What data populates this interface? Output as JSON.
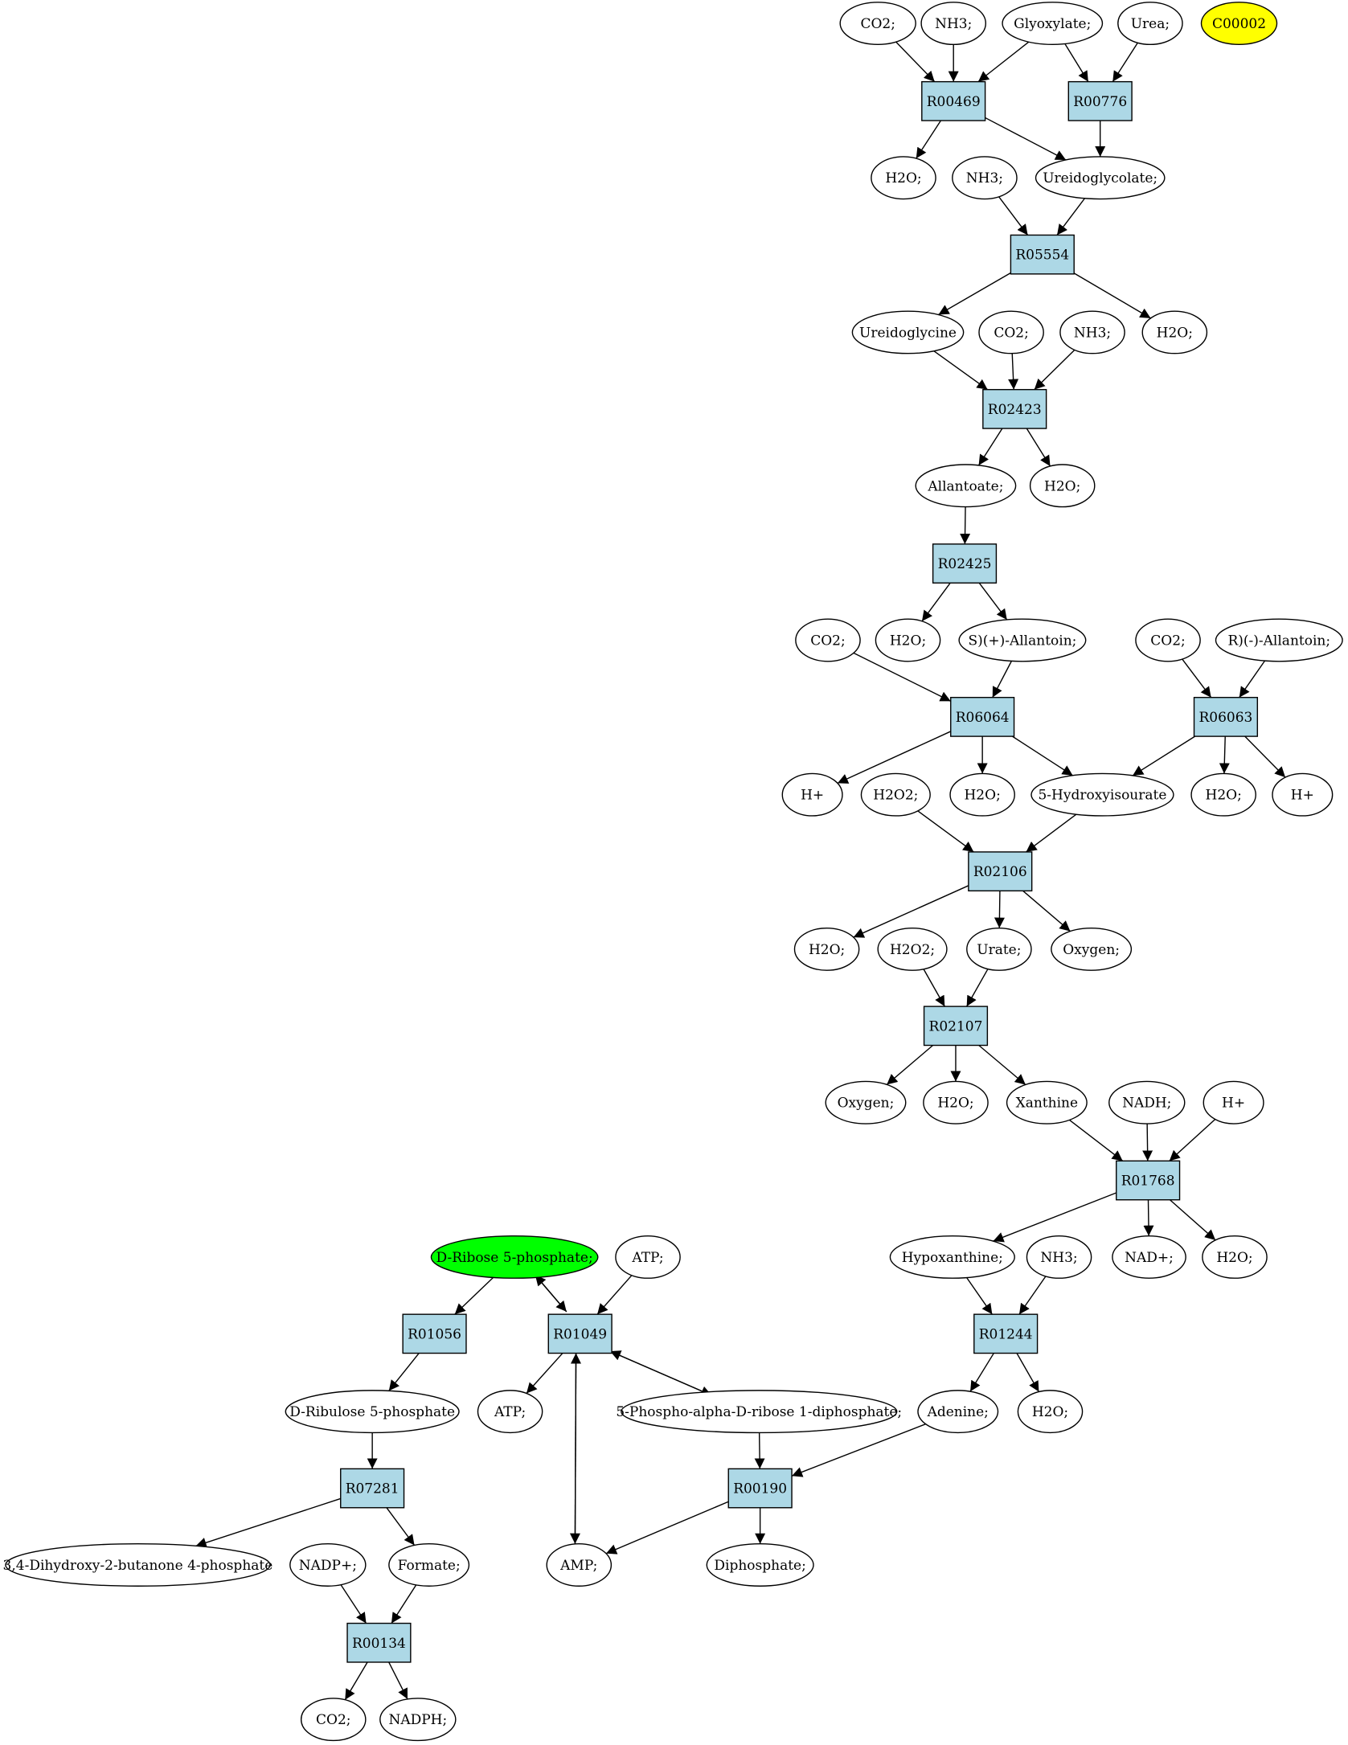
{
  "colors": {
    "reaction_fill": "#add8e6",
    "compound_fill": "#ffffff",
    "highlight_yellow": "#ffff00",
    "highlight_green": "#00ff00",
    "stroke": "#000000"
  },
  "nodes": [
    {
      "id": "co2_a",
      "label": "CO2;",
      "kind": "compound"
    },
    {
      "id": "nh3_a",
      "label": "NH3;",
      "kind": "compound"
    },
    {
      "id": "glyoxylate",
      "label": "Glyoxylate;",
      "kind": "compound"
    },
    {
      "id": "urea",
      "label": "Urea;",
      "kind": "compound"
    },
    {
      "id": "c00002",
      "label": "C00002",
      "kind": "compound",
      "fill": "highlight_yellow"
    },
    {
      "id": "R00469",
      "label": "R00469",
      "kind": "reaction"
    },
    {
      "id": "R00776",
      "label": "R00776",
      "kind": "reaction"
    },
    {
      "id": "h2o_a",
      "label": "H2O;",
      "kind": "compound"
    },
    {
      "id": "nh3_b",
      "label": "NH3;",
      "kind": "compound"
    },
    {
      "id": "ureidoglycolate",
      "label": "Ureidoglycolate;",
      "kind": "compound"
    },
    {
      "id": "R05554",
      "label": "R05554",
      "kind": "reaction"
    },
    {
      "id": "ureidoglycine",
      "label": "Ureidoglycine",
      "kind": "compound"
    },
    {
      "id": "co2_b",
      "label": "CO2;",
      "kind": "compound"
    },
    {
      "id": "nh3_c",
      "label": "NH3;",
      "kind": "compound"
    },
    {
      "id": "h2o_b",
      "label": "H2O;",
      "kind": "compound"
    },
    {
      "id": "R02423",
      "label": "R02423",
      "kind": "reaction"
    },
    {
      "id": "allantoate",
      "label": "Allantoate;",
      "kind": "compound"
    },
    {
      "id": "h2o_c",
      "label": "H2O;",
      "kind": "compound"
    },
    {
      "id": "R02425",
      "label": "R02425",
      "kind": "reaction"
    },
    {
      "id": "co2_c",
      "label": "CO2;",
      "kind": "compound"
    },
    {
      "id": "h2o_d",
      "label": "H2O;",
      "kind": "compound"
    },
    {
      "id": "s_allantoin",
      "label": "S)(+)-Allantoin;",
      "kind": "compound"
    },
    {
      "id": "co2_d",
      "label": "CO2;",
      "kind": "compound"
    },
    {
      "id": "r_allantoin",
      "label": "R)(-)-Allantoin;",
      "kind": "compound"
    },
    {
      "id": "R06064",
      "label": "R06064",
      "kind": "reaction"
    },
    {
      "id": "R06063",
      "label": "R06063",
      "kind": "reaction"
    },
    {
      "id": "hplus_a",
      "label": "H+",
      "kind": "compound"
    },
    {
      "id": "h2o2_a",
      "label": "H2O2;",
      "kind": "compound"
    },
    {
      "id": "h2o_e",
      "label": "H2O;",
      "kind": "compound"
    },
    {
      "id": "hydroxyisourate",
      "label": "5-Hydroxyisourate",
      "kind": "compound"
    },
    {
      "id": "h2o_f",
      "label": "H2O;",
      "kind": "compound"
    },
    {
      "id": "hplus_b",
      "label": "H+",
      "kind": "compound"
    },
    {
      "id": "R02106",
      "label": "R02106",
      "kind": "reaction"
    },
    {
      "id": "h2o_g",
      "label": "H2O;",
      "kind": "compound"
    },
    {
      "id": "h2o2_b",
      "label": "H2O2;",
      "kind": "compound"
    },
    {
      "id": "urate",
      "label": "Urate;",
      "kind": "compound"
    },
    {
      "id": "oxygen_a",
      "label": "Oxygen;",
      "kind": "compound"
    },
    {
      "id": "R02107",
      "label": "R02107",
      "kind": "reaction"
    },
    {
      "id": "oxygen_b",
      "label": "Oxygen;",
      "kind": "compound"
    },
    {
      "id": "h2o_h",
      "label": "H2O;",
      "kind": "compound"
    },
    {
      "id": "xanthine",
      "label": "Xanthine",
      "kind": "compound"
    },
    {
      "id": "nadh",
      "label": "NADH;",
      "kind": "compound"
    },
    {
      "id": "hplus_c",
      "label": "H+",
      "kind": "compound"
    },
    {
      "id": "R01768",
      "label": "R01768",
      "kind": "reaction"
    },
    {
      "id": "ribose5p",
      "label": "D-Ribose 5-phosphate;",
      "kind": "compound",
      "fill": "highlight_green"
    },
    {
      "id": "atp_a",
      "label": "ATP;",
      "kind": "compound"
    },
    {
      "id": "hypoxanthine",
      "label": "Hypoxanthine;",
      "kind": "compound"
    },
    {
      "id": "nh3_d",
      "label": "NH3;",
      "kind": "compound"
    },
    {
      "id": "nadplus_a",
      "label": "NAD+;",
      "kind": "compound"
    },
    {
      "id": "h2o_i",
      "label": "H2O;",
      "kind": "compound"
    },
    {
      "id": "R01056",
      "label": "R01056",
      "kind": "reaction"
    },
    {
      "id": "R01049",
      "label": "R01049",
      "kind": "reaction"
    },
    {
      "id": "R01244",
      "label": "R01244",
      "kind": "reaction"
    },
    {
      "id": "ribulose5p",
      "label": "D-Ribulose 5-phosphate",
      "kind": "compound"
    },
    {
      "id": "atp_b",
      "label": "ATP;",
      "kind": "compound"
    },
    {
      "id": "prpp",
      "label": "5-Phospho-alpha-D-ribose 1-diphosphate;",
      "kind": "compound"
    },
    {
      "id": "adenine",
      "label": "Adenine;",
      "kind": "compound"
    },
    {
      "id": "h2o_j",
      "label": "H2O;",
      "kind": "compound"
    },
    {
      "id": "R07281",
      "label": "R07281",
      "kind": "reaction"
    },
    {
      "id": "R00190",
      "label": "R00190",
      "kind": "reaction"
    },
    {
      "id": "dihydroxybutanone",
      "label": "3,4-Dihydroxy-2-butanone 4-phosphate",
      "kind": "compound"
    },
    {
      "id": "nadpplus",
      "label": "NADP+;",
      "kind": "compound"
    },
    {
      "id": "formate",
      "label": "Formate;",
      "kind": "compound"
    },
    {
      "id": "amp",
      "label": "AMP;",
      "kind": "compound"
    },
    {
      "id": "diphosphate",
      "label": "Diphosphate;",
      "kind": "compound"
    },
    {
      "id": "R00134",
      "label": "R00134",
      "kind": "reaction"
    },
    {
      "id": "co2_e",
      "label": "CO2;",
      "kind": "compound"
    },
    {
      "id": "nadph",
      "label": "NADPH;",
      "kind": "compound"
    }
  ],
  "edges": [
    [
      "co2_a",
      "R00469"
    ],
    [
      "nh3_a",
      "R00469"
    ],
    [
      "glyoxylate",
      "R00469"
    ],
    [
      "glyoxylate",
      "R00776"
    ],
    [
      "urea",
      "R00776"
    ],
    [
      "R00469",
      "h2o_a"
    ],
    [
      "R00469",
      "ureidoglycolate"
    ],
    [
      "R00776",
      "ureidoglycolate"
    ],
    [
      "nh3_b",
      "R05554"
    ],
    [
      "ureidoglycolate",
      "R05554"
    ],
    [
      "R05554",
      "ureidoglycine"
    ],
    [
      "R05554",
      "h2o_b"
    ],
    [
      "ureidoglycine",
      "R02423"
    ],
    [
      "co2_b",
      "R02423"
    ],
    [
      "nh3_c",
      "R02423"
    ],
    [
      "R02423",
      "allantoate"
    ],
    [
      "R02423",
      "h2o_c"
    ],
    [
      "allantoate",
      "R02425"
    ],
    [
      "R02425",
      "h2o_d"
    ],
    [
      "R02425",
      "s_allantoin"
    ],
    [
      "co2_c",
      "R06064"
    ],
    [
      "s_allantoin",
      "R06064"
    ],
    [
      "co2_d",
      "R06063"
    ],
    [
      "r_allantoin",
      "R06063"
    ],
    [
      "R06064",
      "hplus_a"
    ],
    [
      "R06064",
      "h2o_e"
    ],
    [
      "R06064",
      "hydroxyisourate"
    ],
    [
      "R06063",
      "hydroxyisourate"
    ],
    [
      "R06063",
      "h2o_f"
    ],
    [
      "R06063",
      "hplus_b"
    ],
    [
      "h2o2_a",
      "R02106"
    ],
    [
      "hydroxyisourate",
      "R02106"
    ],
    [
      "R02106",
      "h2o_g"
    ],
    [
      "R02106",
      "urate"
    ],
    [
      "R02106",
      "oxygen_a"
    ],
    [
      "h2o2_b",
      "R02107"
    ],
    [
      "urate",
      "R02107"
    ],
    [
      "R02107",
      "oxygen_b"
    ],
    [
      "R02107",
      "h2o_h"
    ],
    [
      "R02107",
      "xanthine"
    ],
    [
      "xanthine",
      "R01768"
    ],
    [
      "nadh",
      "R01768"
    ],
    [
      "hplus_c",
      "R01768"
    ],
    [
      "R01768",
      "hypoxanthine"
    ],
    [
      "R01768",
      "nadplus_a"
    ],
    [
      "R01768",
      "h2o_i"
    ],
    [
      "hypoxanthine",
      "R01244"
    ],
    [
      "nh3_d",
      "R01244"
    ],
    [
      "R01244",
      "adenine"
    ],
    [
      "R01244",
      "h2o_j"
    ],
    [
      "ribose5p",
      "R01056"
    ],
    [
      "R01056",
      "ribulose5p"
    ],
    [
      "ribose5p",
      "R01049"
    ],
    [
      "R01049",
      "ribose5p"
    ],
    [
      "atp_a",
      "R01049"
    ],
    [
      "R01049",
      "atp_b"
    ],
    [
      "R01049",
      "prpp"
    ],
    [
      "prpp",
      "R01049"
    ],
    [
      "R01049",
      "amp"
    ],
    [
      "amp",
      "R01049"
    ],
    [
      "prpp",
      "R00190"
    ],
    [
      "adenine",
      "R00190"
    ],
    [
      "R00190",
      "amp"
    ],
    [
      "R00190",
      "diphosphate"
    ],
    [
      "ribulose5p",
      "R07281"
    ],
    [
      "R07281",
      "dihydroxybutanone"
    ],
    [
      "R07281",
      "formate"
    ],
    [
      "nadpplus",
      "R00134"
    ],
    [
      "formate",
      "R00134"
    ],
    [
      "R00134",
      "co2_e"
    ],
    [
      "R00134",
      "nadph"
    ]
  ]
}
